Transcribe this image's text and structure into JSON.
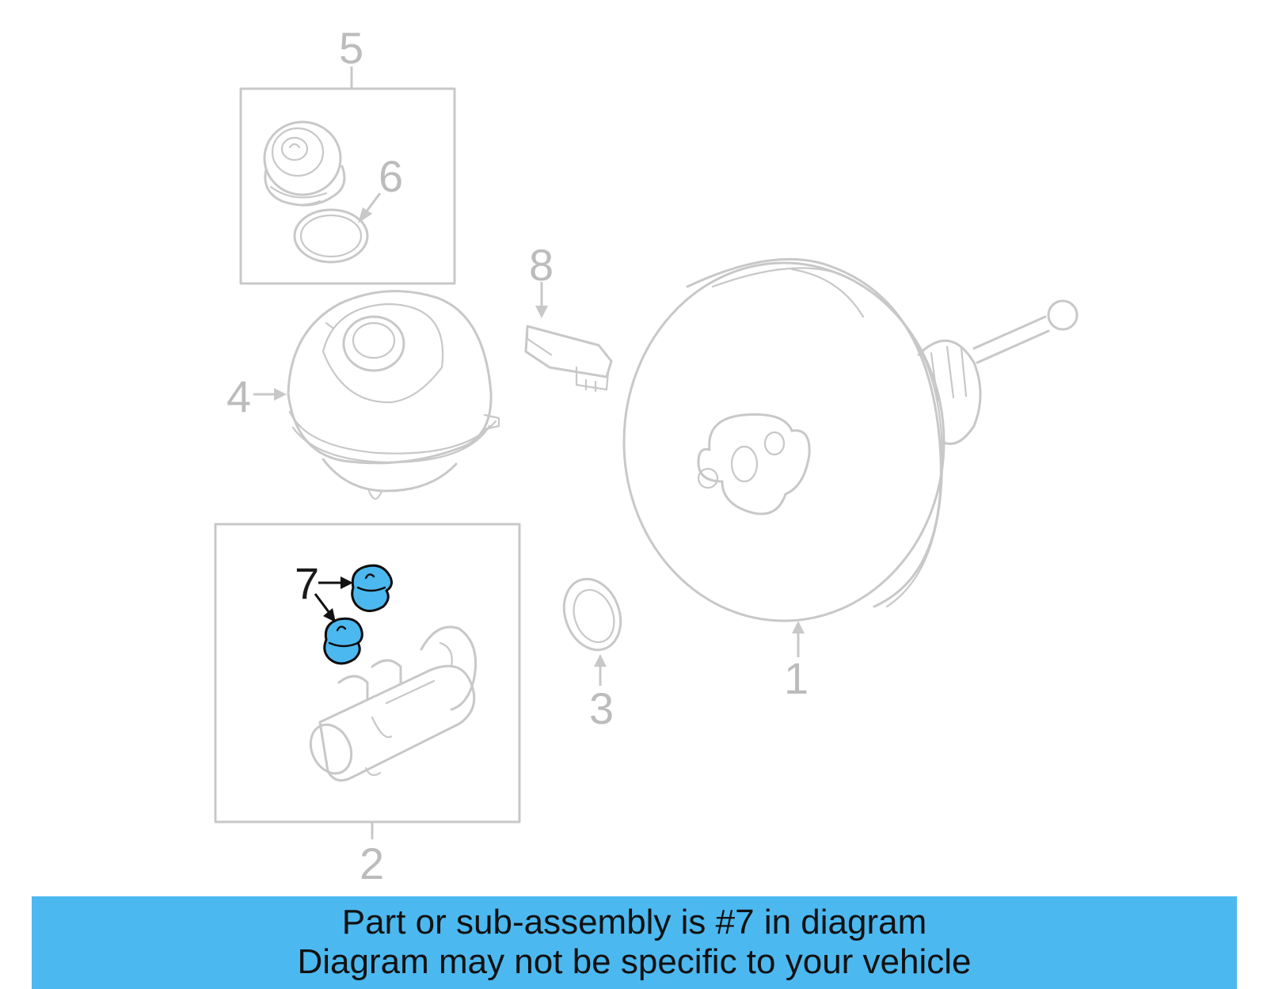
{
  "callouts": {
    "c1": "1",
    "c2": "2",
    "c3": "3",
    "c4": "4",
    "c5": "5",
    "c6": "6",
    "c7": "7",
    "c8": "8"
  },
  "highlight": {
    "part_number": "7",
    "color": "#4cb8f0"
  },
  "banner": {
    "line1": "Part or sub-assembly is #7 in diagram",
    "line2": "Diagram may not be specific to your vehicle",
    "color": "#4cb8f0"
  }
}
